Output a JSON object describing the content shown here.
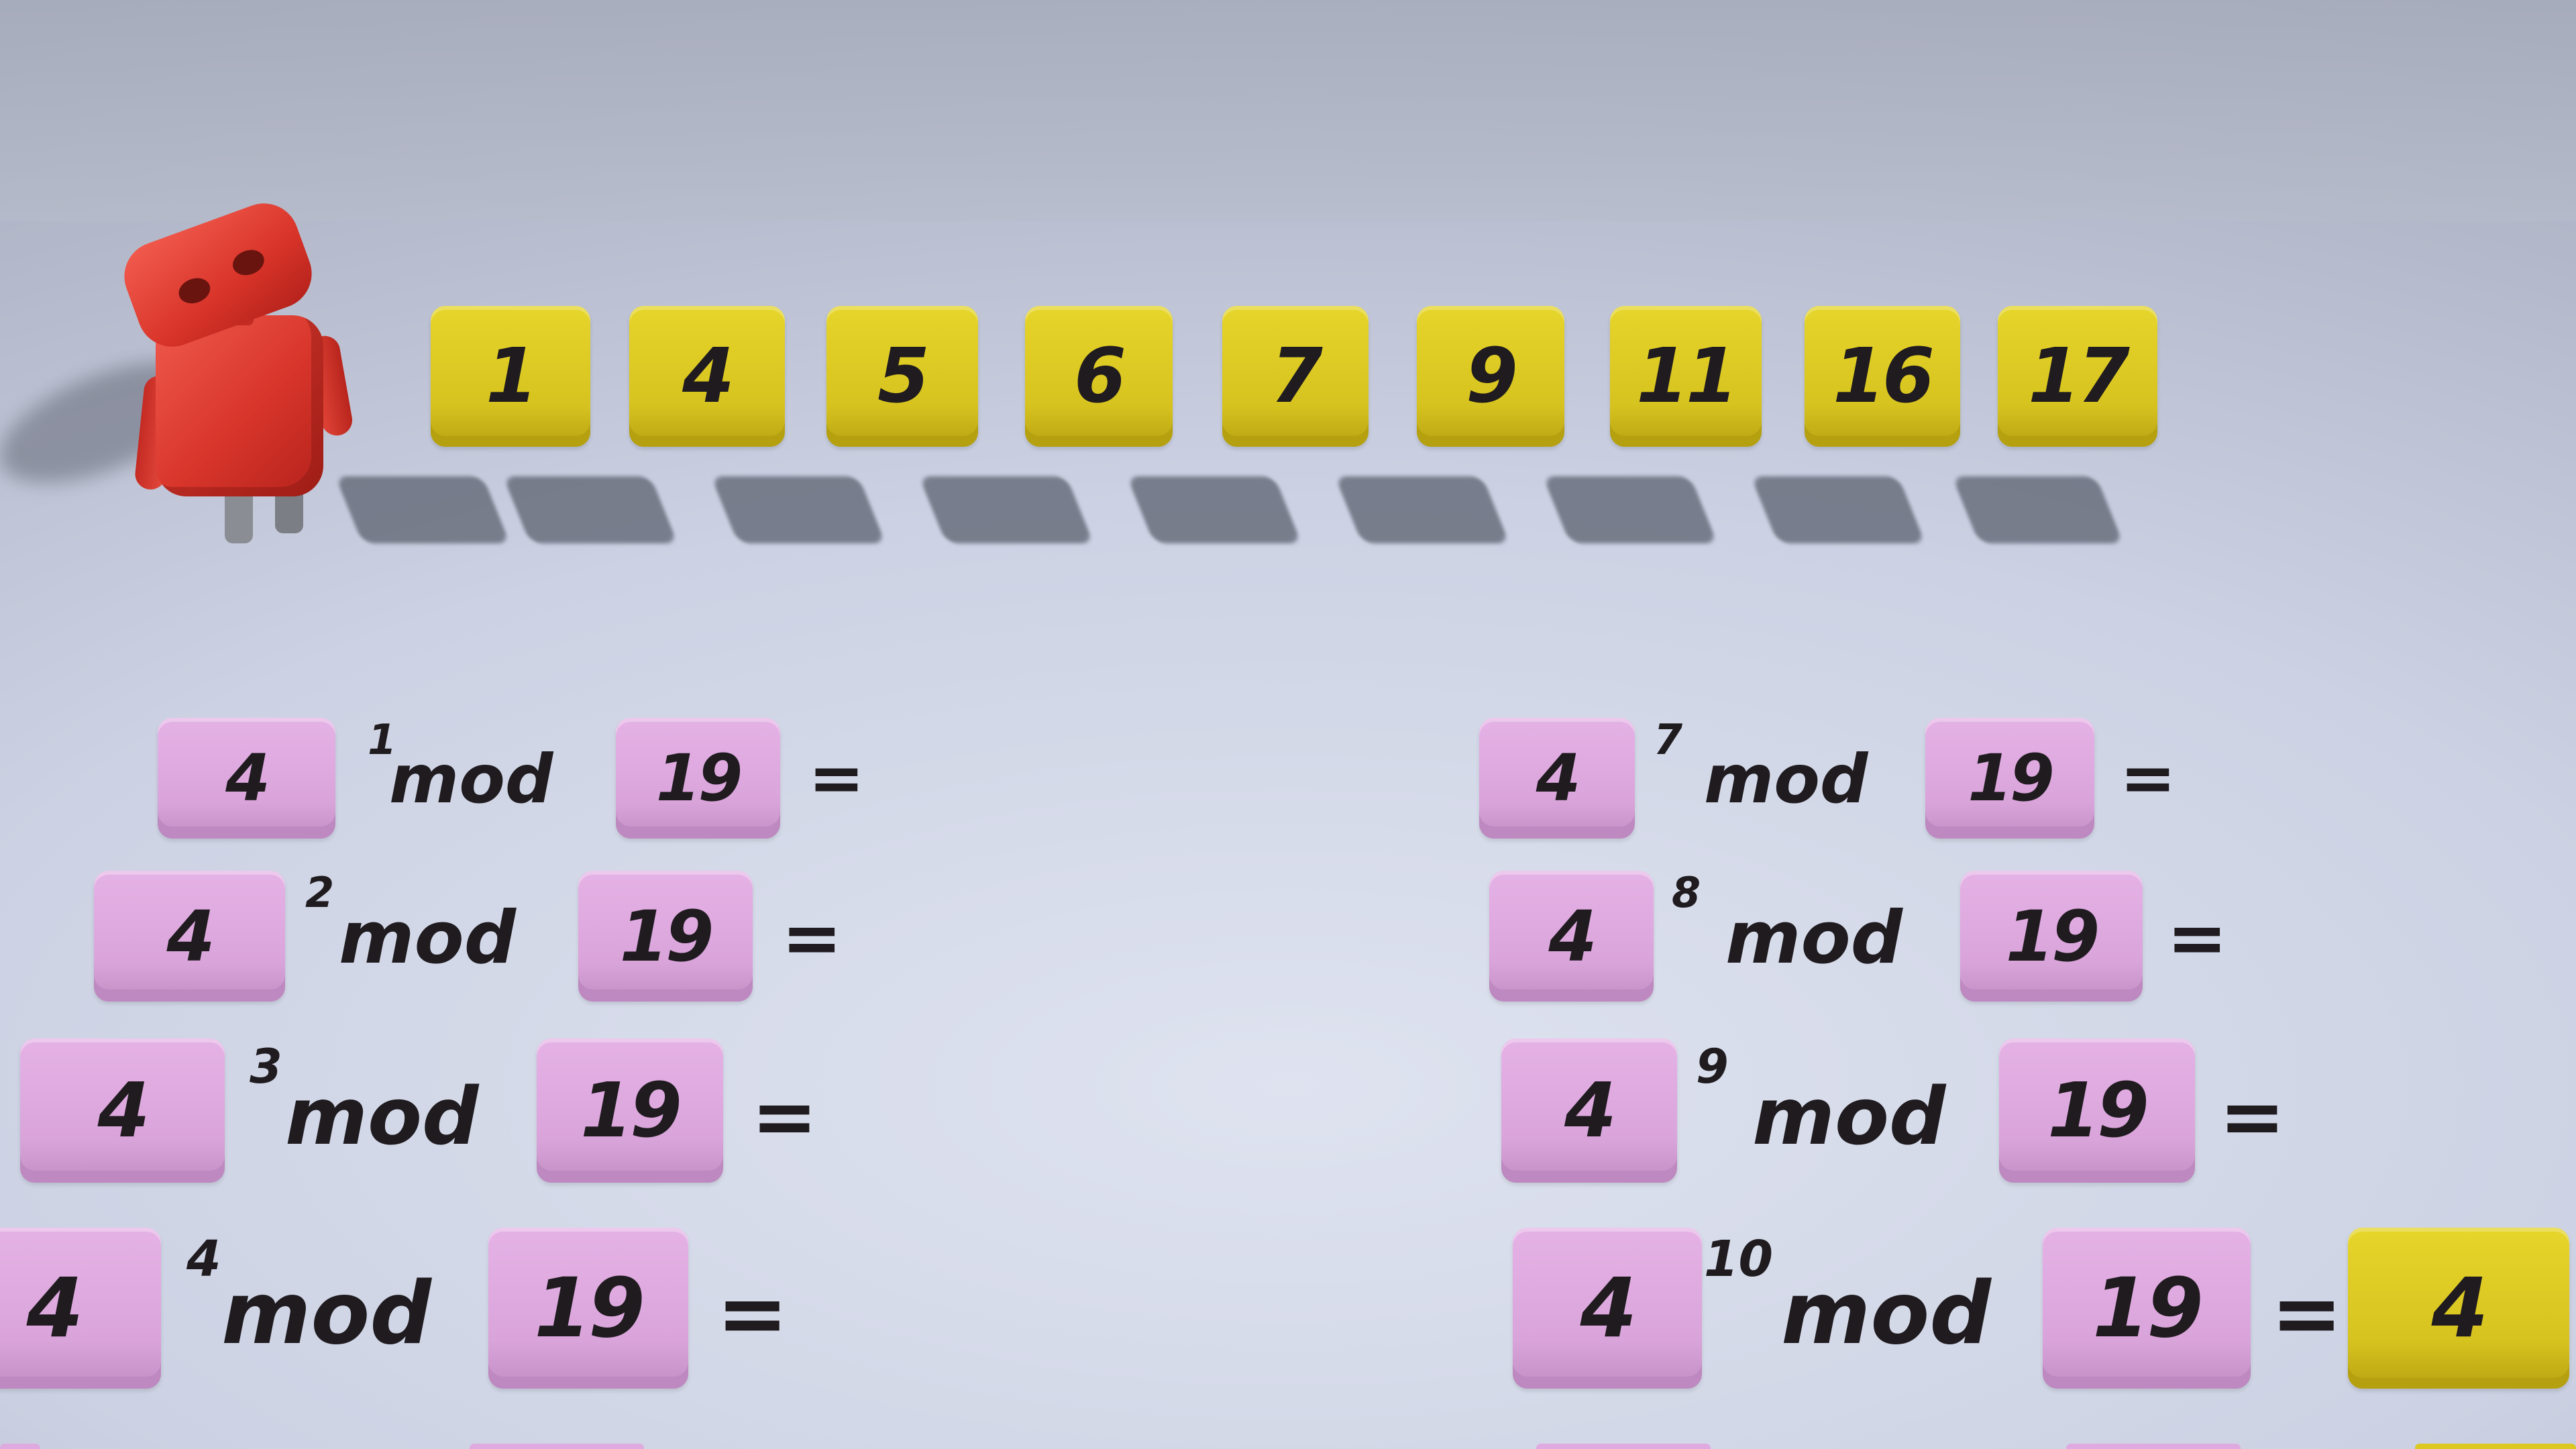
{
  "sequence": [
    "1",
    "4",
    "5",
    "6",
    "7",
    "9",
    "11",
    "16",
    "17"
  ],
  "equations": {
    "operator": "mod",
    "equals": "=",
    "left_column": [
      {
        "base": "4",
        "exponent": "1",
        "modulus": "19"
      },
      {
        "base": "4",
        "exponent": "2",
        "modulus": "19"
      },
      {
        "base": "4",
        "exponent": "3",
        "modulus": "19"
      },
      {
        "base": "4",
        "exponent": "4",
        "modulus": "19"
      }
    ],
    "right_column": [
      {
        "base": "4",
        "exponent": "7",
        "modulus": "19"
      },
      {
        "base": "4",
        "exponent": "8",
        "modulus": "19"
      },
      {
        "base": "4",
        "exponent": "9",
        "modulus": "19"
      },
      {
        "base": "4",
        "exponent": "10",
        "modulus": "19",
        "result": "4"
      }
    ]
  },
  "colors": {
    "sequence_tile": "#dbc821",
    "operand_tile": "#dfaae0",
    "result_tile": "#dbc821",
    "robot": "#e03a2f",
    "text": "#1f1b1f"
  }
}
